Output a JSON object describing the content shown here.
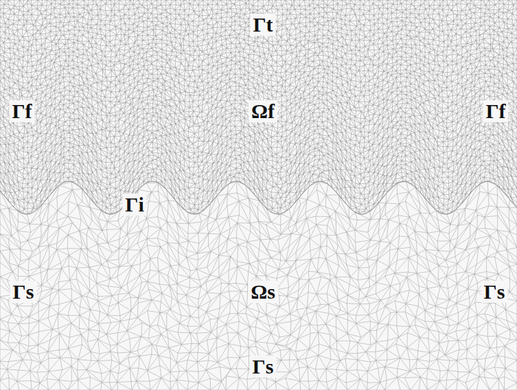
{
  "diagram": {
    "labels": [
      "Γt",
      "Γf",
      "Ωf",
      "Γf",
      "Γi",
      "Γs",
      "Ωs",
      "Γs",
      "Γs"
    ]
  }
}
